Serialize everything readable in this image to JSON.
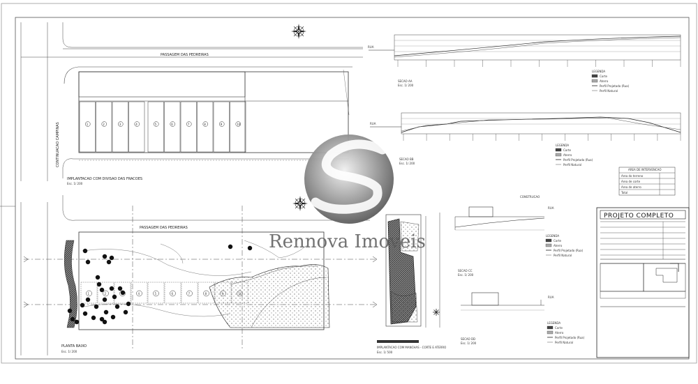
{
  "watermark": {
    "text": "Rennova Imoveis",
    "logo_icon": "rennova-s-logo"
  },
  "sheet": {
    "title_block": {
      "project_title": "PROJETO COMPLETO"
    },
    "top_plan": {
      "street_top": "PASSAGEM DAS PEDREIRAS",
      "street_left": "CONTINUACAO CAMPINAS",
      "caption": "IMPLANTACAO COM DIVISAO DAS FRACOES",
      "scale": "Esc. 1/ 200",
      "lot_numbers": [
        "1",
        "2",
        "3",
        "4",
        "5",
        "6",
        "7",
        "8",
        "9",
        "10"
      ]
    },
    "bottom_plan": {
      "street_top": "PASSAGEM DAS PEDREIRAS",
      "caption": "PLANTA BAIXO",
      "scale": "Esc. 1/ 200",
      "lot_numbers": [
        "1",
        "2",
        "3",
        "4",
        "5",
        "6",
        "7",
        "8",
        "9",
        "10"
      ]
    },
    "mid_plan": {
      "caption": "IMPLANTACAO COM MANCHAS - CORTE E ATERRO",
      "scale": "Esc. 1/ 500"
    },
    "section_aa": {
      "caption": "SECAO AA",
      "scale": "Esc. 1/ 200",
      "level_label": "RUA"
    },
    "section_bb": {
      "caption": "SECAO BB",
      "scale": "Esc. 1/ 200",
      "level_label": "RUA"
    },
    "section_cc": {
      "caption": "SECAO CC",
      "scale": "Esc. 1/ 200",
      "level_label": "RUA",
      "header": "CONSTRUCAO"
    },
    "section_dd": {
      "caption": "SECAO DD",
      "scale": "Esc. 1/ 200",
      "level_label": "RUA"
    },
    "legend": {
      "title": "LEGENDA",
      "items": [
        "Corte",
        "Aterro",
        "Perfil Projetado (Rua)",
        "Perfil Natural"
      ]
    },
    "area_table": {
      "title": "AREA DE INTERVENCAO",
      "rows": [
        "Area do terreno",
        "Area de corte",
        "Area de aterro",
        "Total"
      ]
    }
  },
  "colors": {
    "ink": "#333333",
    "watermark_text": "#5a5a5a",
    "paper": "#ffffff"
  }
}
